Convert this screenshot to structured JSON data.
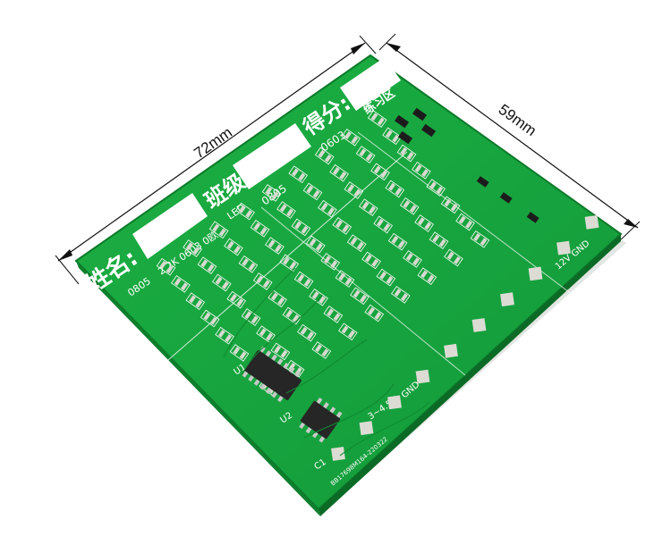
{
  "dimensions": {
    "width_label": "72mm",
    "height_label": "59mm"
  },
  "board": {
    "name_label": "姓名:",
    "class_label": "班级:",
    "score_label": "得分:",
    "practice_label": "练习区",
    "row_0805": "0805",
    "row_0805_values": "2.2K 0603 0欧",
    "row_0603": "0603",
    "col_0805": "0805",
    "led_label": "LED",
    "power_label": "3~4.5V",
    "gnd_label": "GND",
    "v12_label": "12V",
    "gnd2_label": "GND",
    "ic_u1": "U1",
    "ic_u2": "U2",
    "cap_label": "C1",
    "serial": "BB17698M164-220322",
    "colors": {
      "pcb": "#16a63c",
      "pcb_dark": "#0f8a30",
      "pad": "#d9d9d0",
      "silk": "#ffffff",
      "chip": "#2a2a2a"
    }
  }
}
